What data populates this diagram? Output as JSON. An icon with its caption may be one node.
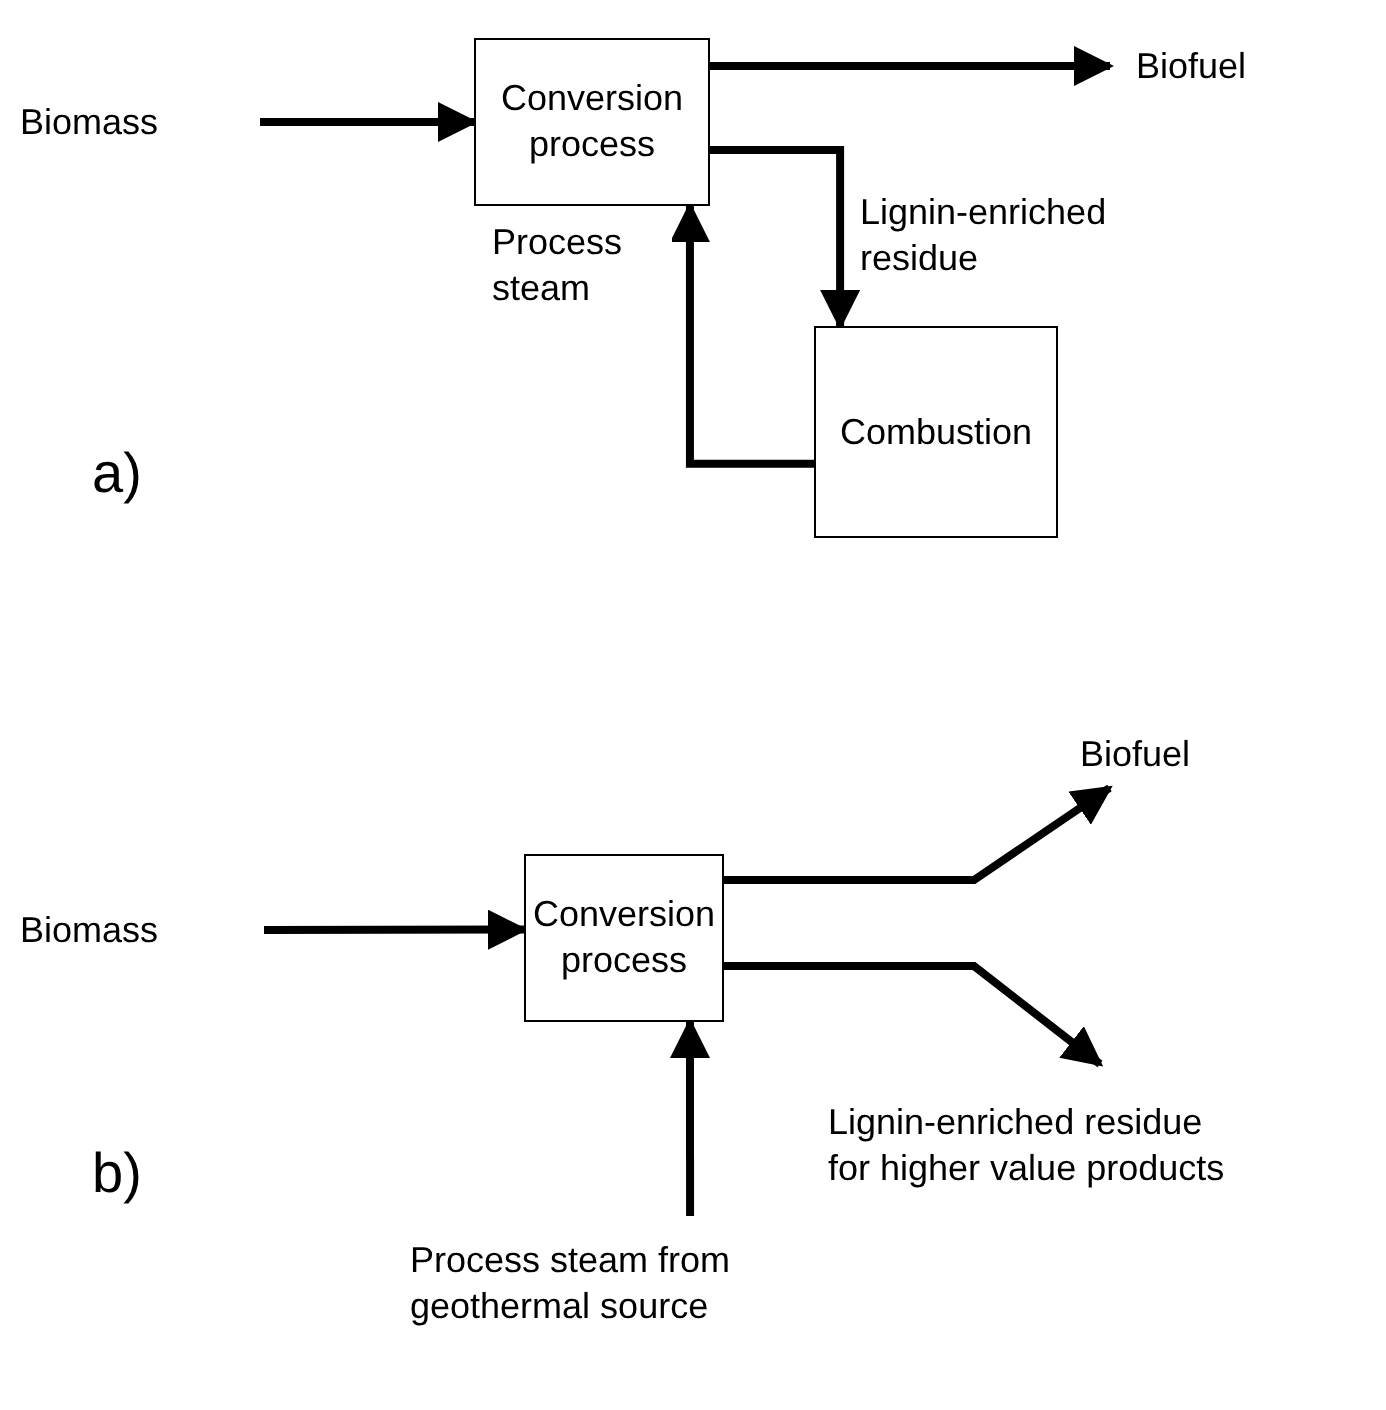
{
  "diagram": {
    "nodes": [
      {
        "text": [
          "Biomass"
        ]
      },
      {
        "text": [
          "Conversion process"
        ]
      },
      {
        "text": [
          "Biofuel"
        ]
      },
      {
        "text": [
          "Combustion"
        ]
      },
      {
        "text": [
          "Biomass"
        ]
      },
      {
        "text": [
          "Conversion process"
        ]
      },
      {
        "text": [
          "Biofuel"
        ]
      },
      {
        "text": [
          "Lignin-enriched residue for higher value products"
        ]
      },
      {
        "text": [
          "Process steam from geothermal source"
        ]
      }
    ],
    "edges": [
      {
        "from": 0,
        "to": 1,
        "arrow": "to"
      },
      {
        "from": 1,
        "to": 2,
        "arrow": "to"
      },
      {
        "from": 1,
        "to": 3,
        "arrow": "to",
        "label": "Lignin-enriched residue"
      },
      {
        "from": 3,
        "to": 1,
        "arrow": "to",
        "label": "Process steam"
      },
      {
        "from": 4,
        "to": 5,
        "arrow": "to"
      },
      {
        "from": 5,
        "to": 6,
        "arrow": "to"
      },
      {
        "from": 5,
        "to": 7,
        "arrow": "to"
      },
      {
        "from": 8,
        "to": 5,
        "arrow": "to"
      }
    ],
    "labels": [
      "a)",
      "b)"
    ]
  }
}
